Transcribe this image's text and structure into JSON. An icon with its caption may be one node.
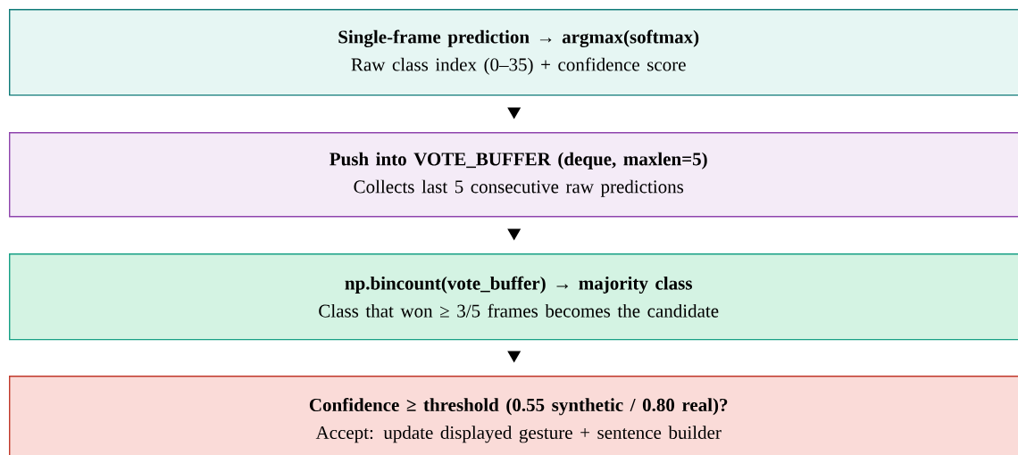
{
  "diagram": {
    "nodes": [
      {
        "text": [
          "Single-frame prediction  →  argmax(softmax)",
          "Raw class index (0–35) + confidence score"
        ]
      },
      {
        "text": [
          "Push into VOTE_BUFFER  (deque, maxlen=5)",
          "Collects last 5 consecutive raw predictions"
        ]
      },
      {
        "text": [
          "np.bincount(vote_buffer)  →  majority class",
          "Class that won ≥ 3/5 frames becomes the candidate"
        ]
      },
      {
        "text": [
          "Confidence ≥ threshold (0.55 synthetic / 0.80 real)?",
          "Accept: update displayed gesture + sentence builder"
        ]
      }
    ],
    "edges": [
      {
        "from": 0,
        "to": 1,
        "arrow": "to"
      },
      {
        "from": 1,
        "to": 2,
        "arrow": "to"
      },
      {
        "from": 2,
        "to": 3,
        "arrow": "to"
      }
    ]
  }
}
